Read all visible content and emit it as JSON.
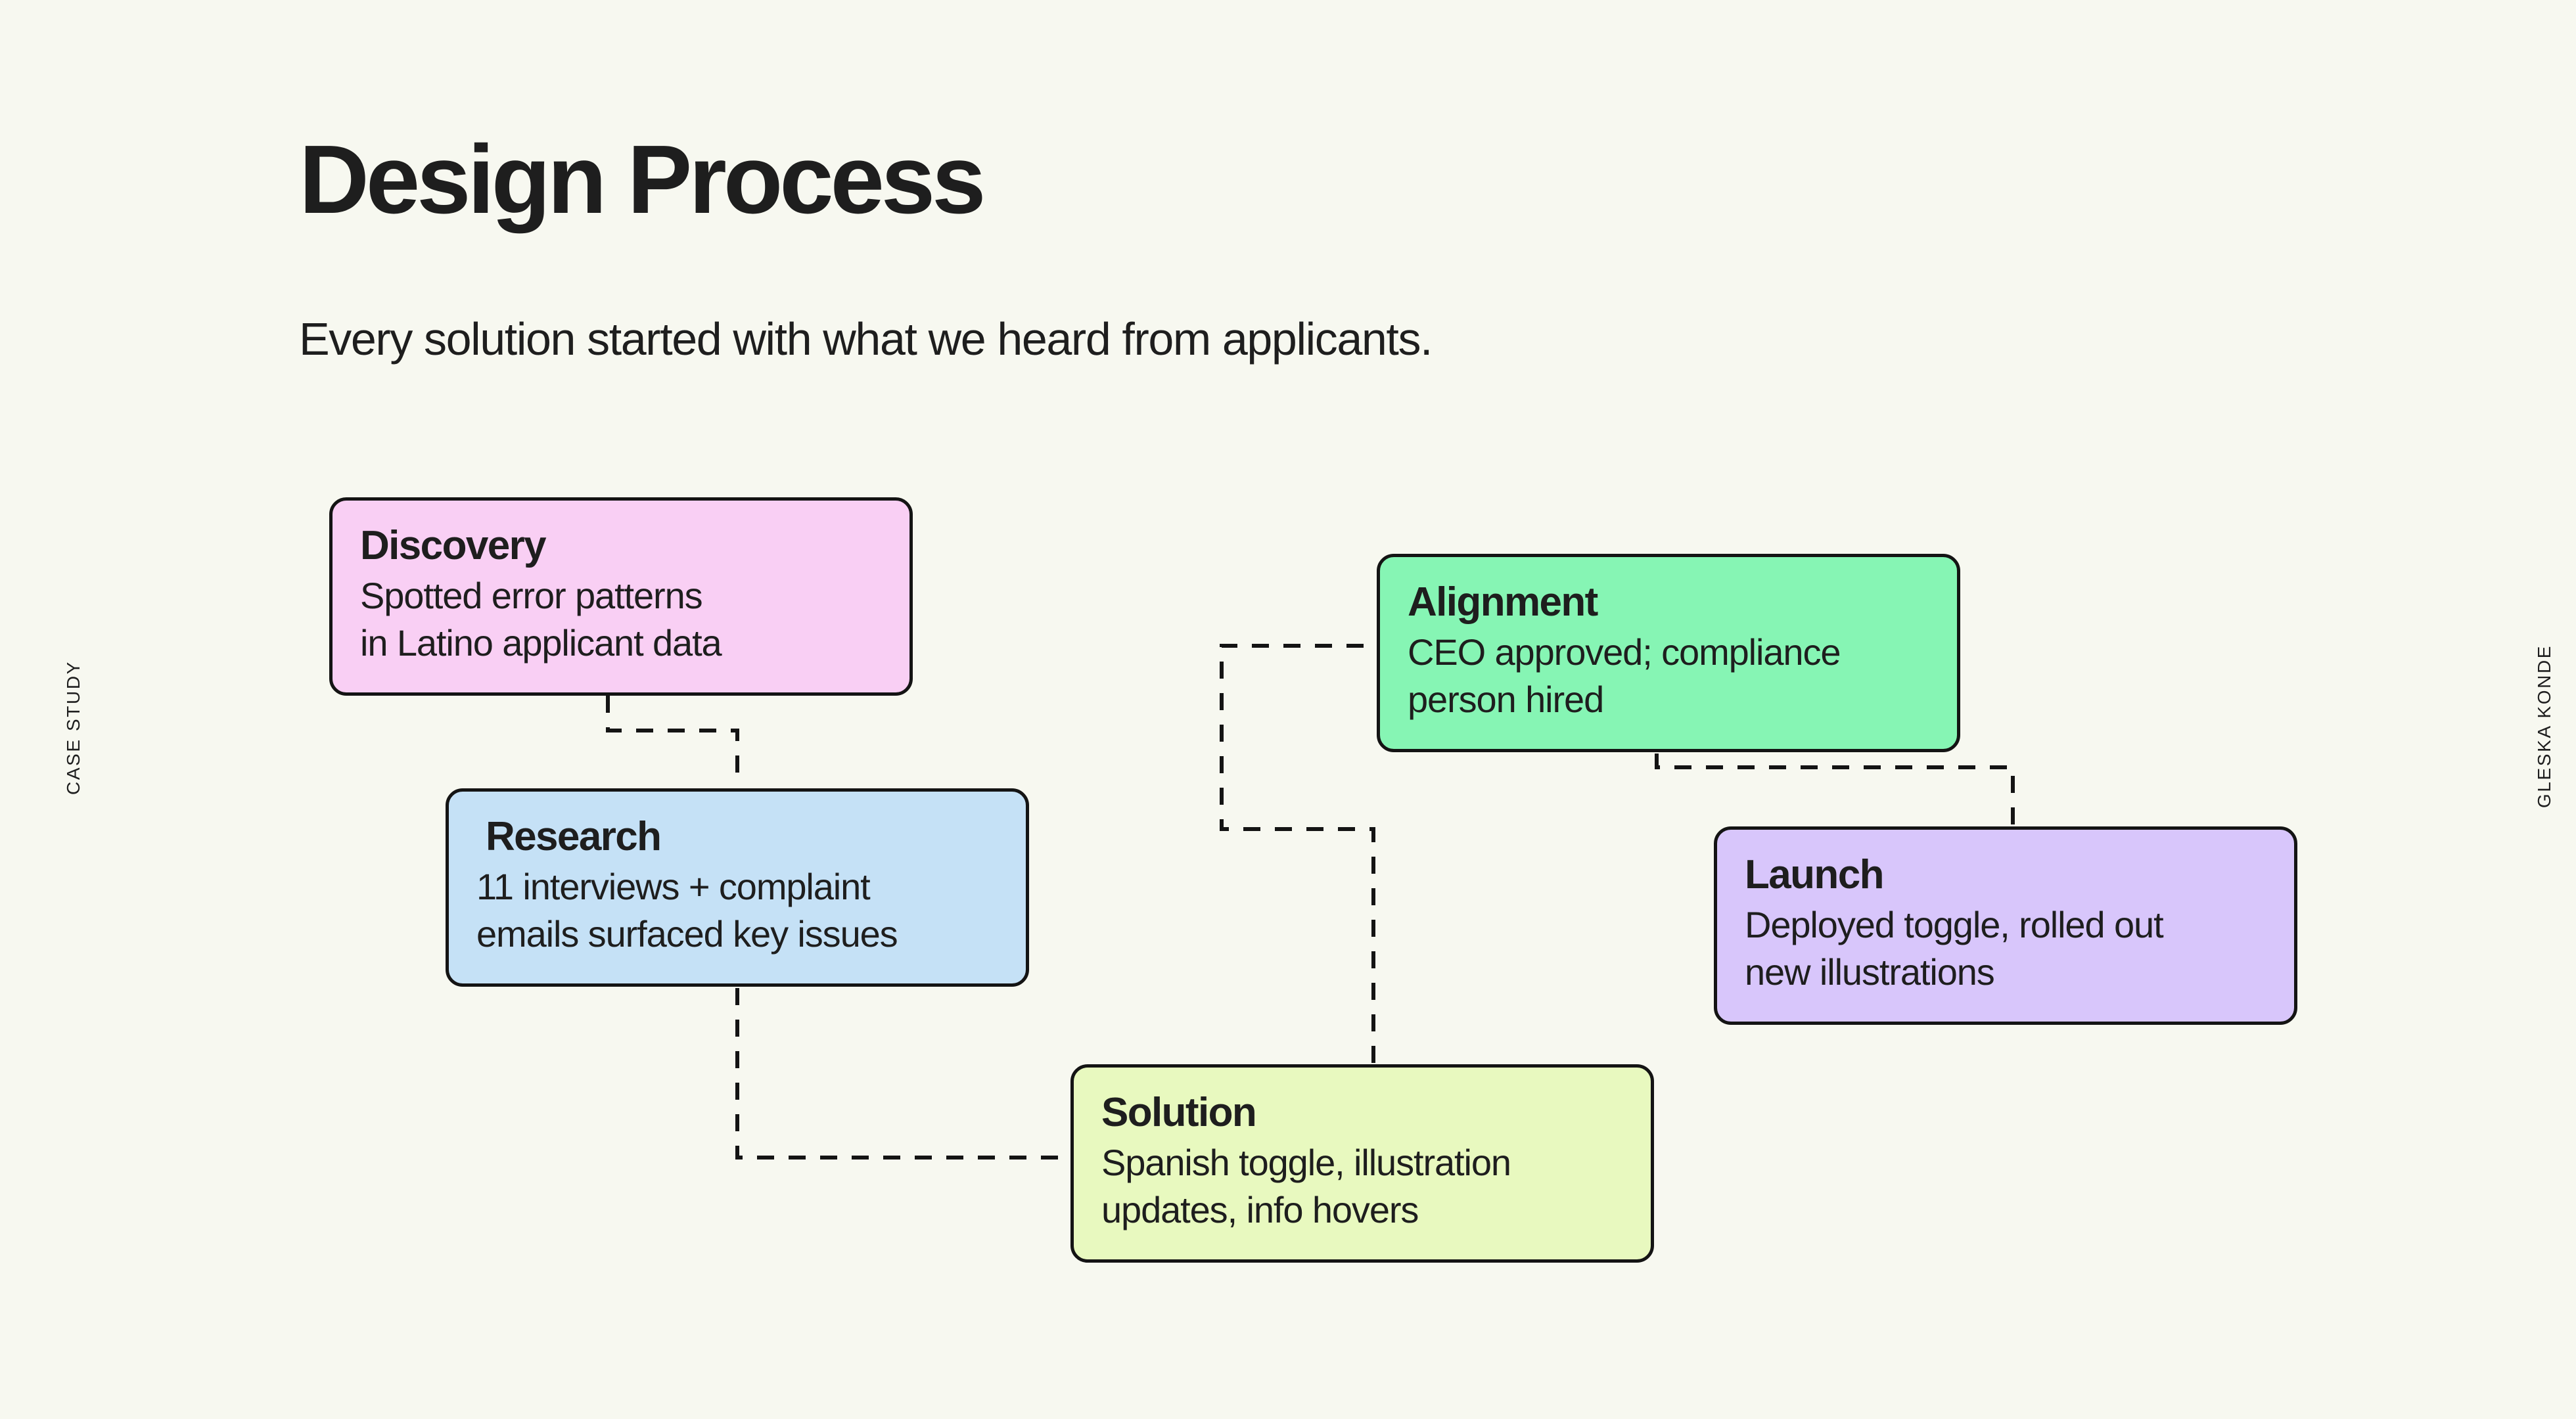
{
  "theme": {
    "background": "#F7F8F0",
    "ink": "#1E1E1E",
    "border": "#141414",
    "connector": "#141414"
  },
  "header": {
    "title": "Design Process",
    "subtitle": "Every solution started with what we heard from applicants."
  },
  "side_labels": {
    "left": "CASE STUDY",
    "right": "GLESKA KONDE"
  },
  "cards": [
    {
      "id": "discovery",
      "title": "Discovery",
      "body": "Spotted error patterns\nin Latino applicant data",
      "color": "#F9CFF4"
    },
    {
      "id": "research",
      "title": "Research",
      "body": "11 interviews + complaint\nemails surfaced key issues",
      "color": "#C5E1F6"
    },
    {
      "id": "solution",
      "title": "Solution",
      "body": "Spanish toggle, illustration\nupdates, info hovers",
      "color": "#E8F9BF"
    },
    {
      "id": "alignment",
      "title": "Alignment",
      "body": "CEO approved; compliance\nperson hired",
      "color": "#86F5B4"
    },
    {
      "id": "launch",
      "title": "Launch",
      "body": "Deployed toggle, rolled out\nnew illustrations",
      "color": "#D8C6FB"
    }
  ],
  "connectors": [
    {
      "id": "discovery-to-research",
      "from": "discovery",
      "to": "research"
    },
    {
      "id": "research-to-solution",
      "from": "research",
      "to": "solution"
    },
    {
      "id": "solution-to-alignment",
      "from": "solution",
      "to": "alignment"
    },
    {
      "id": "alignment-to-launch",
      "from": "alignment",
      "to": "launch"
    }
  ]
}
